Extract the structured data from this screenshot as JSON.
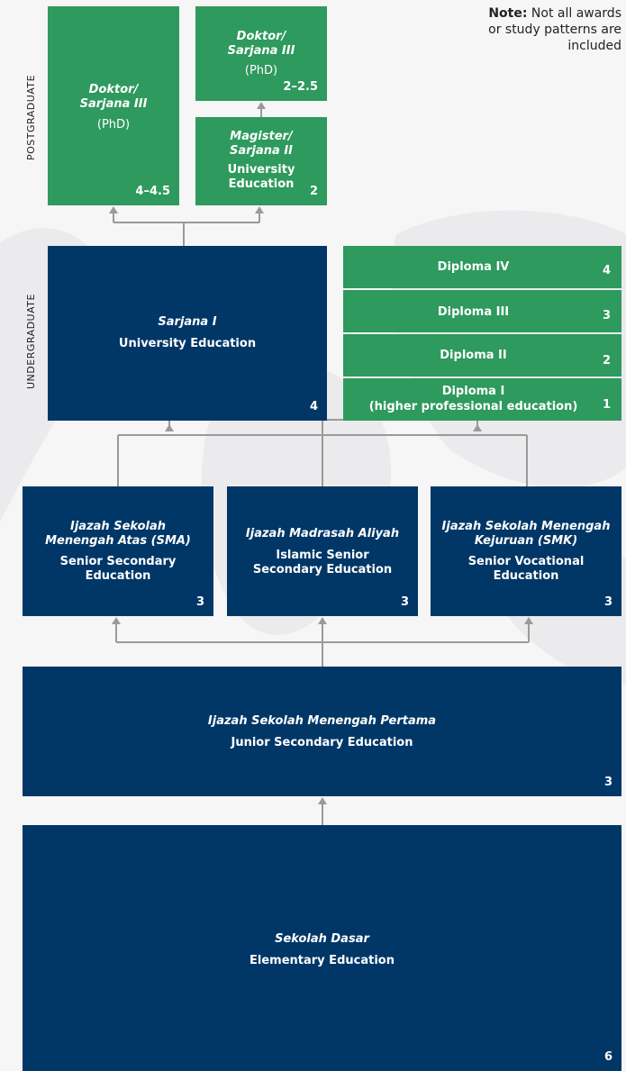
{
  "note": {
    "label": "Note:",
    "text": "Not all awards or study patterns are included"
  },
  "levels": {
    "postgraduate": "POSTGRADUATE",
    "undergraduate": "UNDERGRADUATE"
  },
  "phd_left": {
    "name": "Doktor/ Sarjana III",
    "sub": "(PhD)",
    "years": "4–4.5"
  },
  "phd_right": {
    "name": "Doktor/ Sarjana III",
    "sub": "(PhD)",
    "years": "2–2.5"
  },
  "magister": {
    "name": "Magister/ Sarjana II",
    "sub": "University Education",
    "years": "2"
  },
  "sarjana": {
    "name": "Sarjana I",
    "sub": "University Education",
    "years": "4"
  },
  "diplomas": [
    {
      "label": "Diploma IV",
      "years": "4"
    },
    {
      "label": "Diploma III",
      "years": "3"
    },
    {
      "label": "Diploma II",
      "years": "2"
    },
    {
      "label": "Diploma I",
      "label2": "(higher professional education)",
      "years": "1"
    }
  ],
  "sma": {
    "name": "Ijazah Sekolah Menengah Atas (SMA)",
    "sub": "Senior Secondary Education",
    "years": "3"
  },
  "ma": {
    "name": "Ijazah Madrasah Aliyah",
    "sub": "Islamic Senior Secondary Education",
    "years": "3"
  },
  "smk": {
    "name": "Ijazah Sekolah Menengah Kejuruan (SMK)",
    "sub": "Senior Vocational Education",
    "years": "3"
  },
  "smp": {
    "name": "Ijazah Sekolah Menengah Pertama",
    "sub": "Junior Secondary Education",
    "years": "3"
  },
  "sd": {
    "name": "Sekolah Dasar",
    "sub": "Elementary Education",
    "years": "6"
  }
}
